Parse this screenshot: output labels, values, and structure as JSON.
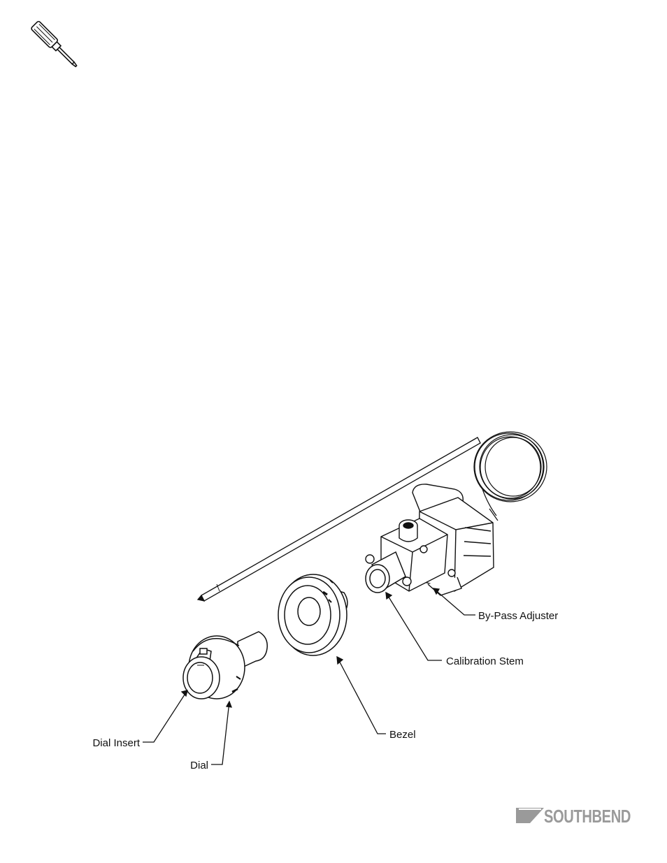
{
  "icons": {
    "corner_icon": "screwdriver-icon"
  },
  "callouts": {
    "bypass_adjuster": "By-Pass Adjuster",
    "calibration_stem": "Calibration Stem",
    "bezel": "Bezel",
    "dial_insert": "Dial Insert",
    "dial": "Dial"
  },
  "brand": {
    "logo_text": "SOUTHBEND",
    "logo_color": "#9a9a9a"
  }
}
